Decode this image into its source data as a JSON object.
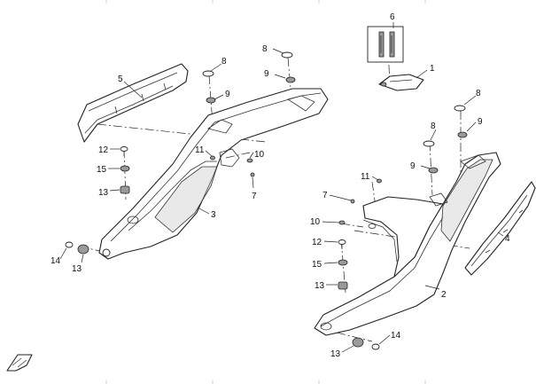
{
  "callouts": {
    "c1": "1",
    "c2": "2",
    "c3": "3",
    "c4": "4",
    "c5": "5",
    "c6": "6",
    "c7a": "7",
    "c7b": "7",
    "c8a": "8",
    "c8b": "8",
    "c8c": "8",
    "c8d": "8",
    "c9a": "9",
    "c9b": "9",
    "c9c": "9",
    "c9d": "9",
    "c10a": "10",
    "c10b": "10",
    "c11a": "11",
    "c11b": "11",
    "c12a": "12",
    "c12b": "12",
    "c13a": "13",
    "c13b": "13",
    "c13c": "13",
    "c13d": "13",
    "c14a": "14",
    "c14b": "14",
    "c15a": "15",
    "c15b": "15"
  },
  "icons": {
    "orientation": "front-direction-arrow-icon"
  }
}
